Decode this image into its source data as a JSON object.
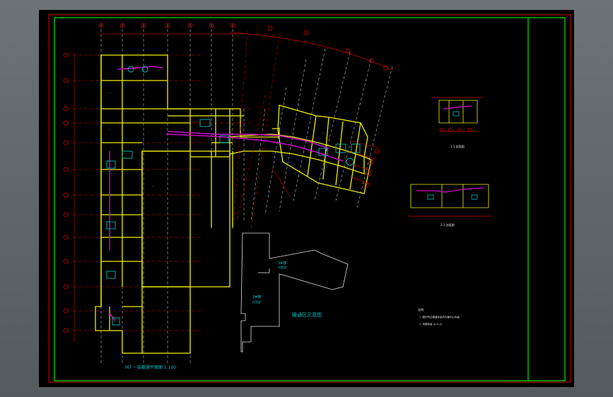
{
  "app": {
    "window": "CAD drawing viewport"
  },
  "colors": {
    "background": "#000000",
    "frame": "#00c800",
    "border": "#d40000",
    "wall": "#f0f000",
    "gridline": "#d40000",
    "grid_dash": "#e0e0e0",
    "duct": "#d000d0",
    "equipment": "#00c0c0",
    "text": "#ffffff"
  },
  "drawing": {
    "main_plan_title": "M7 一层暖通平面图 1:100",
    "key_plan_title": "暖通区示意图",
    "key_plan_label_a": "3#楼",
    "key_plan_label_a_sub": "住院部",
    "key_plan_label_b": "3#楼",
    "key_plan_label_b_sub": "住院部",
    "detail_1_title": "1-1 剖面图",
    "detail_2_title": "2-2 剖面图",
    "notes_heading": "说明：",
    "notes_line1": "1. 图中所注管道标高均为管中心标高",
    "notes_line2": "2. 风管标高 以 m 计"
  }
}
